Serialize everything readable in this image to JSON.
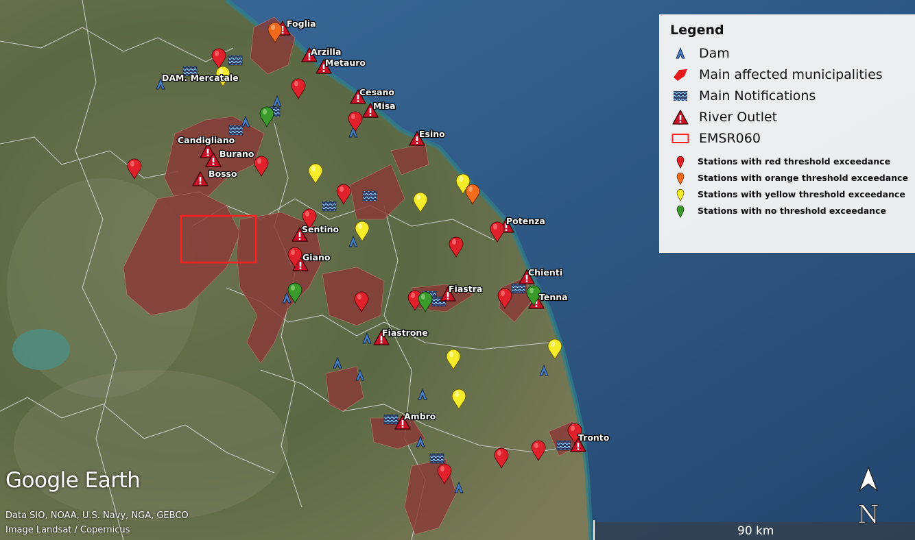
{
  "legend": {
    "title": "Legend",
    "items": [
      {
        "icon": "dam-icon",
        "label": "Dam"
      },
      {
        "icon": "affected-municipality-icon",
        "label": "Main affected municipalities"
      },
      {
        "icon": "notification-wave-icon",
        "label": "Main Notifications"
      },
      {
        "icon": "river-outlet-icon",
        "label": "River Outlet"
      },
      {
        "icon": "aoi-rectangle-icon",
        "label": "EMSR060"
      }
    ],
    "stations": [
      {
        "color": "#e0202a",
        "label": "Stations with red threshold exceedance"
      },
      {
        "color": "#f26b1d",
        "label": "Stations with orange threshold exceedance"
      },
      {
        "color": "#f5ec2a",
        "label": "Stations with yellow threshold exceedance"
      },
      {
        "color": "#3a9b2c",
        "label": "Stations with no threshold exceedance"
      }
    ]
  },
  "labels": {
    "foglia": "Foglia",
    "arzilla": "Arzilla",
    "metauro": "Metauro",
    "dam_mercatale": "DAM. Mercatale",
    "cesano": "Cesano",
    "misa": "Misa",
    "esino": "Esino",
    "candigliano": "Candigliano",
    "burano": "Burano",
    "bosso": "Bosso",
    "sentino": "Sentino",
    "giano": "Giano",
    "potenza": "Potenza",
    "chienti": "Chienti",
    "fiastra": "Fiastra",
    "tenna": "Tenna",
    "fiastrone": "Fiastrone",
    "ambro": "Ambro",
    "tronto": "Tronto"
  },
  "branding": {
    "logo": "Google Earth",
    "credit_1": "Data SIO, NOAA, U.S. Navy, NGA, GEBCO",
    "credit_2": "Image Landsat / Copernicus"
  },
  "scale": {
    "text": "90 km"
  },
  "north": {
    "letter": "N"
  },
  "colors": {
    "sea": "#2e5680",
    "land": "#5f6b45",
    "affected": "#8a3a38",
    "red": "#e0202a",
    "orange": "#f26b1d",
    "yellow": "#f5ec2a",
    "green": "#3a9b2c",
    "dam": "#4a7fc6",
    "aoi": "#ff2020"
  }
}
